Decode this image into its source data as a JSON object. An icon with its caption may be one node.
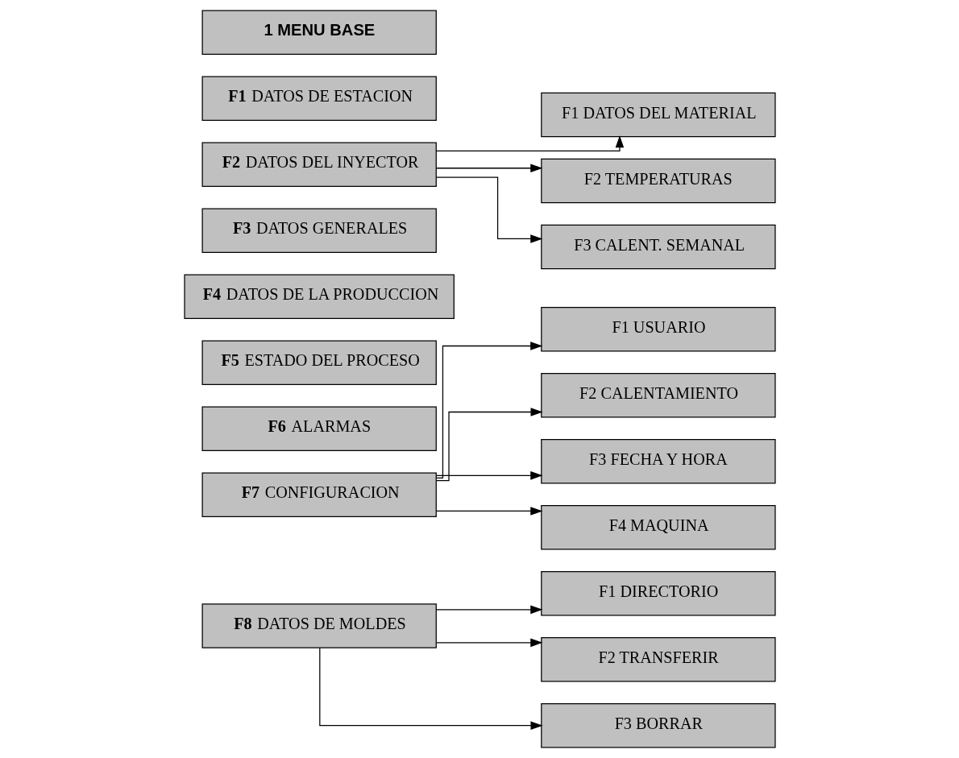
{
  "diagram": {
    "nodes": [
      {
        "text": [
          "1 MENU BASE"
        ]
      },
      {
        "text": [
          "**F1** DATOS DE ESTACION"
        ]
      },
      {
        "text": [
          "**F2** DATOS DEL INYECTOR"
        ]
      },
      {
        "text": [
          "**F3** DATOS GENERALES"
        ]
      },
      {
        "text": [
          "**F4** DATOS DE LA PRODUCCION"
        ]
      },
      {
        "text": [
          "**F5** ESTADO DEL PROCESO"
        ]
      },
      {
        "text": [
          "**F6** ALARMAS"
        ]
      },
      {
        "text": [
          "**F7** CONFIGURACION"
        ]
      },
      {
        "text": [
          "**F8** DATOS DE MOLDES"
        ]
      },
      {
        "text": [
          "F1 DATOS DEL MATERIAL"
        ]
      },
      {
        "text": [
          "F2 TEMPERATURAS"
        ]
      },
      {
        "text": [
          "F3 CALENT. SEMANAL"
        ]
      },
      {
        "text": [
          "F1 USUARIO"
        ]
      },
      {
        "text": [
          "F2 CALENTAMIENTO"
        ]
      },
      {
        "text": [
          "F3 FECHA Y HORA"
        ]
      },
      {
        "text": [
          "F4 MAQUINA"
        ]
      },
      {
        "text": [
          "F1 DIRECTORIO"
        ]
      },
      {
        "text": [
          "F2 TRANSFERIR"
        ]
      },
      {
        "text": [
          "F3 BORRAR"
        ]
      }
    ],
    "edges": [
      {
        "from": 2,
        "to": 9,
        "arrow": "to"
      },
      {
        "from": 2,
        "to": 10,
        "arrow": "to"
      },
      {
        "from": 2,
        "to": 11,
        "arrow": "to"
      },
      {
        "from": 7,
        "to": 12,
        "arrow": "to"
      },
      {
        "from": 7,
        "to": 13,
        "arrow": "to"
      },
      {
        "from": 7,
        "to": 14,
        "arrow": "to"
      },
      {
        "from": 7,
        "to": 15,
        "arrow": "to"
      },
      {
        "from": 8,
        "to": 16,
        "arrow": "to"
      },
      {
        "from": 8,
        "to": 17,
        "arrow": "to"
      },
      {
        "from": 8,
        "to": 18,
        "arrow": "to"
      }
    ]
  }
}
